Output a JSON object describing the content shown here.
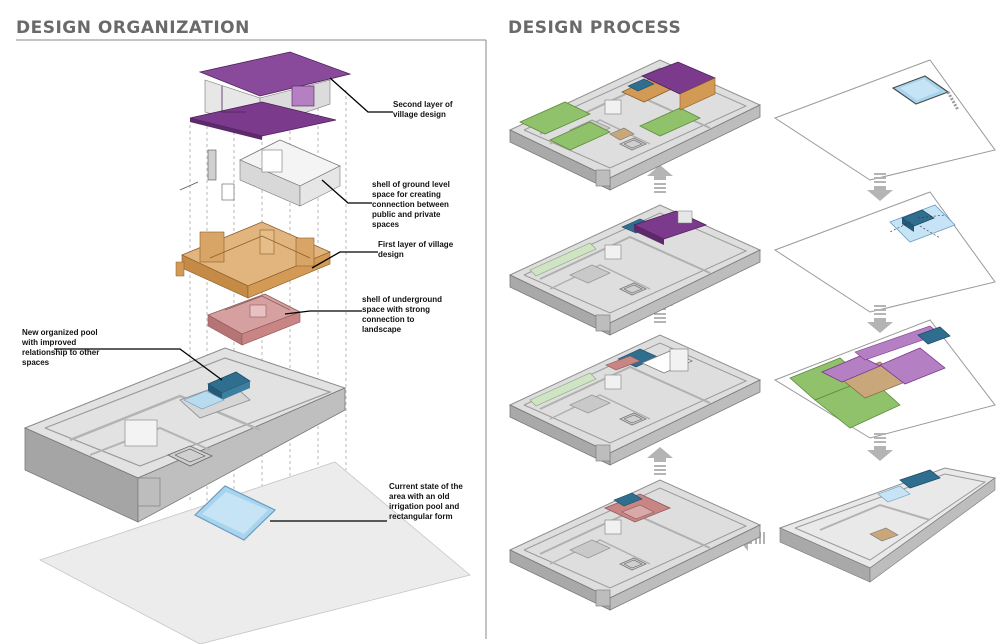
{
  "titles": {
    "organization": "DESIGN ORGANIZATION",
    "process": "DESIGN PROCESS"
  },
  "annotations": {
    "second_layer": [
      "Second layer of",
      "village design"
    ],
    "ground_shell": [
      "shell of ground level",
      "space for creating",
      "connection between",
      "public and private",
      "spaces"
    ],
    "first_layer": [
      "First layer of village",
      "design"
    ],
    "underground_shell": [
      "shell of underground",
      "space with strong",
      "connection to",
      "landscape"
    ],
    "new_pool": [
      "New organized pool",
      "with improved",
      "relationship to other",
      "spaces"
    ],
    "current_state": [
      "Current state of the",
      "area with an old",
      "irrigation pool and",
      "rectangular form"
    ]
  },
  "colors": {
    "purple": "#7b3a8c",
    "orange": "#d39a55",
    "pink": "#c98484",
    "pool_blue": "#9ccbe6",
    "teal": "#2f6e8e",
    "green": "#8fc26a",
    "lavender": "#b57fc4",
    "tan": "#c9a77a",
    "base_gray": "#d9d9d9",
    "dark_gray": "#8f8f8f",
    "arrow_gray": "#b4b4b4"
  }
}
